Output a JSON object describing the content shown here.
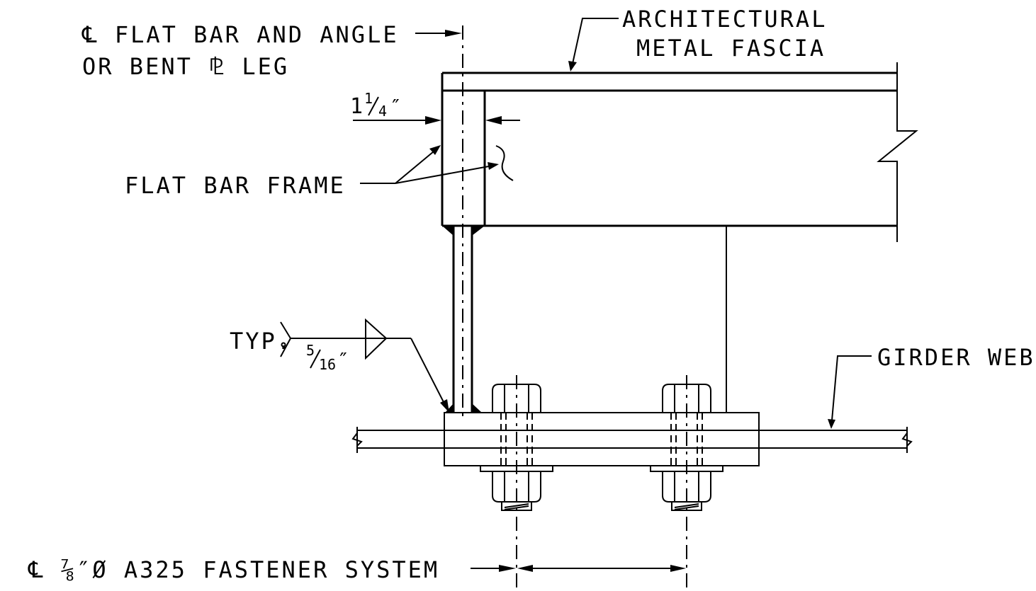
{
  "labels": {
    "centerline_flat_bar": "℄ FLAT BAR AND ANGLE",
    "bent_plate_leg": "OR BENT ⅊ LEG",
    "fascia_line1": "ARCHITECTURAL",
    "fascia_line2": "METAL FASCIA",
    "flat_bar_frame": "FLAT BAR FRAME",
    "girder_web": "GIRDER WEB",
    "typ": "TYP.",
    "fastener_system": "℄ ⅞″Ø A325 FASTENER SYSTEM"
  },
  "dimensions": {
    "frame_width_whole": "1",
    "frame_width_num": "1",
    "frame_width_den": "4",
    "frame_width_unit": "″",
    "weld_num": "5",
    "weld_den": "16",
    "weld_unit": "″"
  }
}
